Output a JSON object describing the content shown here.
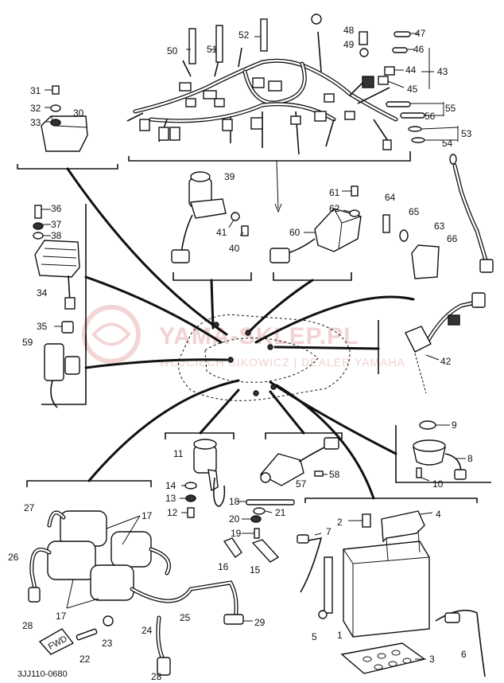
{
  "watermark": {
    "brand": "YAMA-SKLEP.PL",
    "tagline": "WOJCIECH SIKOWICZ | DEALER YAMAHA"
  },
  "drawing_code": "3JJ110-0680",
  "fwd_label": "FWD",
  "callouts": [
    {
      "id": "1",
      "label": "1"
    },
    {
      "id": "2",
      "label": "2"
    },
    {
      "id": "3",
      "label": "3"
    },
    {
      "id": "4",
      "label": "4"
    },
    {
      "id": "5",
      "label": "5"
    },
    {
      "id": "6",
      "label": "6"
    },
    {
      "id": "7",
      "label": "7"
    },
    {
      "id": "8",
      "label": "8"
    },
    {
      "id": "9",
      "label": "9"
    },
    {
      "id": "10",
      "label": "10"
    },
    {
      "id": "11",
      "label": "11"
    },
    {
      "id": "12",
      "label": "12"
    },
    {
      "id": "13",
      "label": "13"
    },
    {
      "id": "14",
      "label": "14"
    },
    {
      "id": "15",
      "label": "15"
    },
    {
      "id": "16",
      "label": "16"
    },
    {
      "id": "17a",
      "label": "17"
    },
    {
      "id": "17b",
      "label": "17"
    },
    {
      "id": "18",
      "label": "18"
    },
    {
      "id": "19",
      "label": "19"
    },
    {
      "id": "20",
      "label": "20"
    },
    {
      "id": "21",
      "label": "21"
    },
    {
      "id": "22",
      "label": "22"
    },
    {
      "id": "23",
      "label": "23"
    },
    {
      "id": "24",
      "label": "24"
    },
    {
      "id": "25",
      "label": "25"
    },
    {
      "id": "26",
      "label": "26"
    },
    {
      "id": "27",
      "label": "27"
    },
    {
      "id": "28a",
      "label": "28"
    },
    {
      "id": "28b",
      "label": "28"
    },
    {
      "id": "29",
      "label": "29"
    },
    {
      "id": "30",
      "label": "30"
    },
    {
      "id": "31",
      "label": "31"
    },
    {
      "id": "32",
      "label": "32"
    },
    {
      "id": "33",
      "label": "33"
    },
    {
      "id": "34",
      "label": "34"
    },
    {
      "id": "35",
      "label": "35"
    },
    {
      "id": "36",
      "label": "36"
    },
    {
      "id": "37",
      "label": "37"
    },
    {
      "id": "38",
      "label": "38"
    },
    {
      "id": "39",
      "label": "39"
    },
    {
      "id": "40",
      "label": "40"
    },
    {
      "id": "41",
      "label": "41"
    },
    {
      "id": "42",
      "label": "42"
    },
    {
      "id": "43",
      "label": "43"
    },
    {
      "id": "44",
      "label": "44"
    },
    {
      "id": "45",
      "label": "45"
    },
    {
      "id": "46",
      "label": "46"
    },
    {
      "id": "47",
      "label": "47"
    },
    {
      "id": "48",
      "label": "48"
    },
    {
      "id": "49",
      "label": "49"
    },
    {
      "id": "50",
      "label": "50"
    },
    {
      "id": "51",
      "label": "51"
    },
    {
      "id": "52",
      "label": "52"
    },
    {
      "id": "53",
      "label": "53"
    },
    {
      "id": "54",
      "label": "54"
    },
    {
      "id": "55",
      "label": "55"
    },
    {
      "id": "56",
      "label": "56"
    },
    {
      "id": "57",
      "label": "57"
    },
    {
      "id": "58",
      "label": "58"
    },
    {
      "id": "59",
      "label": "59"
    },
    {
      "id": "60",
      "label": "60"
    },
    {
      "id": "61",
      "label": "61"
    },
    {
      "id": "62",
      "label": "62"
    },
    {
      "id": "63",
      "label": "63"
    },
    {
      "id": "64",
      "label": "64"
    },
    {
      "id": "65",
      "label": "65"
    },
    {
      "id": "66",
      "label": "66"
    }
  ]
}
